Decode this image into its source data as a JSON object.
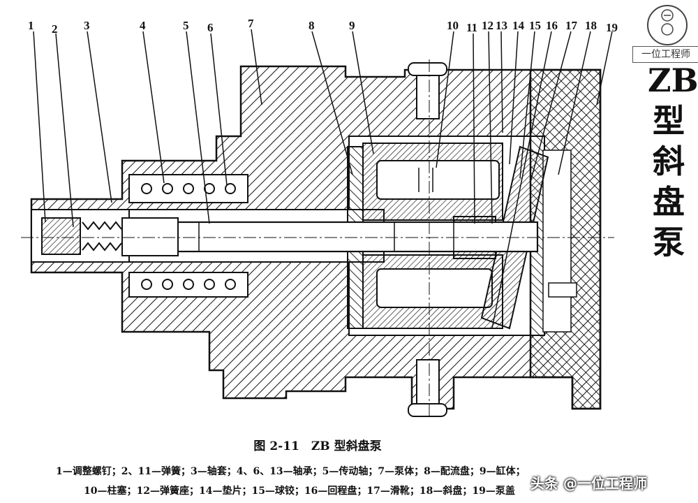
{
  "title_vertical": [
    "ZB",
    "型",
    "斜",
    "盘",
    "泵"
  ],
  "logo_text": "一位工程师",
  "caption": "图 2-11　ZB 型斜盘泵",
  "legend_line1": "1—调整螺钉；2、11—弹簧；3—轴套；4、6、13—轴承；5—传动轴；7—泵体；8—配流盘；9—缸体；",
  "legend_line2": "10—柱塞；12—弹簧座；14—垫片；15—球铰；16—回程盘；17—滑靴；18—斜盘；19—泵盖",
  "watermark": "头条 @一位工程师",
  "part_numbers": [
    "1",
    "2",
    "3",
    "4",
    "5",
    "6",
    "7",
    "8",
    "9",
    "10",
    "11",
    "12",
    "13",
    "14",
    "15",
    "16",
    "17",
    "18",
    "19"
  ]
}
